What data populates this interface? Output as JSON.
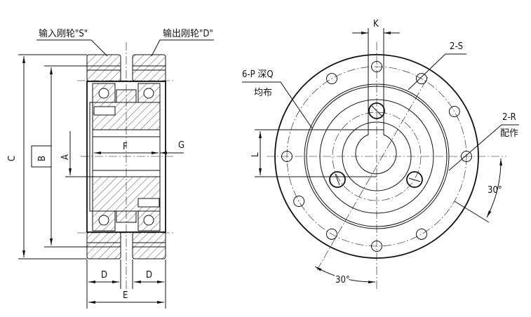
{
  "section_view": {
    "callout_input": "输入刚轮\"S\"",
    "callout_output": "输出刚轮\"D\"",
    "dims": {
      "C": "C",
      "B": "B",
      "A": "A",
      "F": "F",
      "G": "G",
      "D1": "D",
      "D2": "D",
      "E": "E"
    }
  },
  "end_view": {
    "dims": {
      "K": "K",
      "L": "L",
      "angle1": "30°",
      "angle2": "30°"
    },
    "callout_holes": "6-P 深Q",
    "callout_holes_note": "均布",
    "callout_s": "2-S",
    "callout_r": "2-R",
    "callout_r_note": "配作"
  }
}
